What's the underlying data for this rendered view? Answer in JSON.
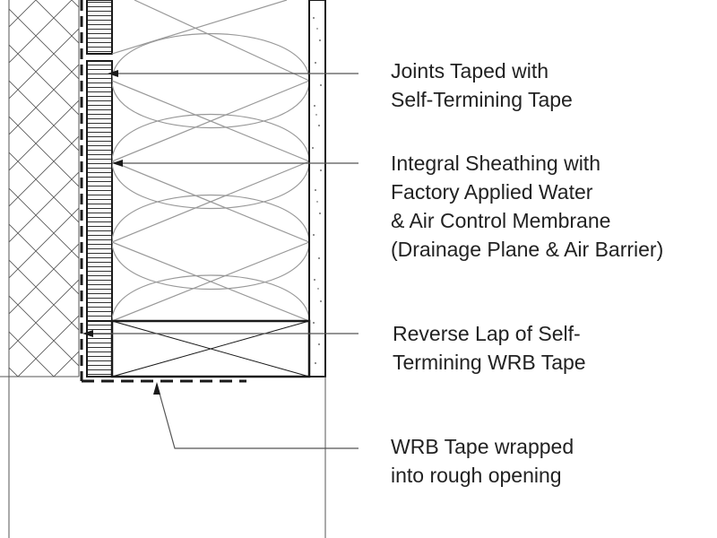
{
  "colors": {
    "stroke": "#1a1a1a",
    "thin_stroke": "#555555",
    "text": "#222222",
    "background": "#ffffff"
  },
  "callouts": [
    {
      "id": "joints-taped",
      "lines": [
        "Joints Taped with",
        "Self-Termining Tape"
      ]
    },
    {
      "id": "integral-sheathing",
      "lines": [
        "Integral Sheathing with",
        "Factory Applied Water",
        "& Air Control Membrane",
        "(Drainage Plane & Air Barrier)"
      ]
    },
    {
      "id": "reverse-lap",
      "lines": [
        "Reverse Lap of Self-",
        "Termining WRB Tape"
      ]
    },
    {
      "id": "wrb-wrapped",
      "lines": [
        "WRB Tape wrapped",
        "into rough opening"
      ]
    }
  ]
}
